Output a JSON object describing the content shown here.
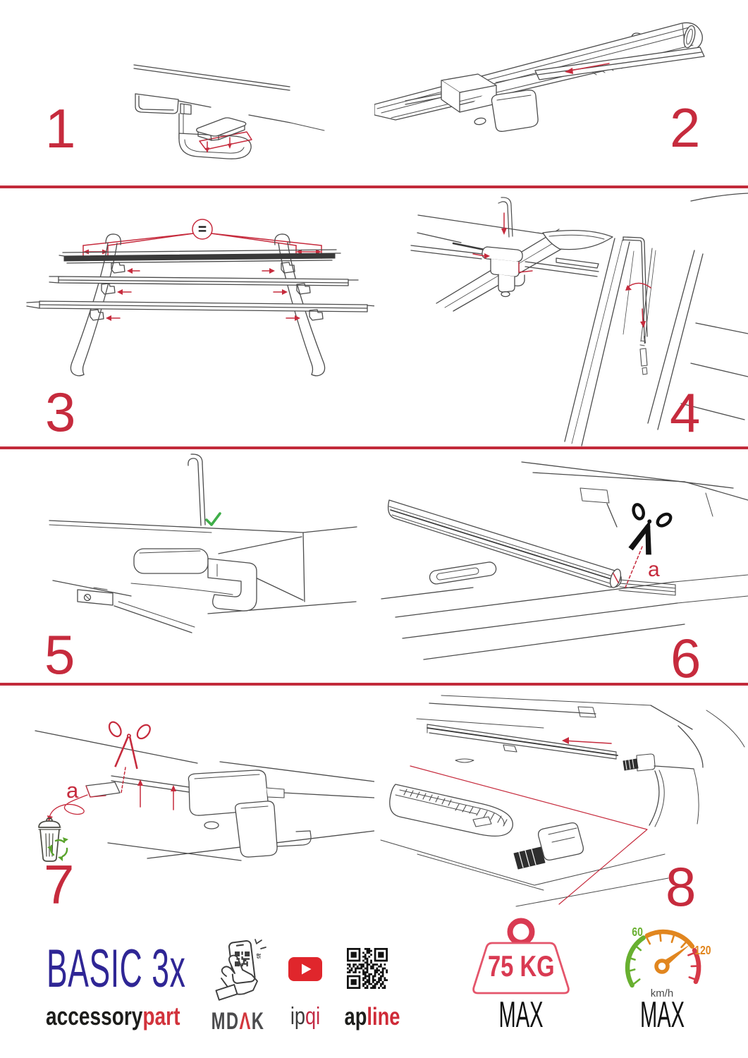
{
  "page": {
    "type": "roof-rack fitting instructions",
    "background": "#ffffff",
    "accent_red": "#c62b3d",
    "line_ink": "#4c4c4c"
  },
  "steps": [
    {
      "number": "1"
    },
    {
      "number": "2"
    },
    {
      "number": "3",
      "equal_symbol": "="
    },
    {
      "number": "4"
    },
    {
      "number": "5"
    },
    {
      "number": "6",
      "cut_label": "a"
    },
    {
      "number": "7",
      "cut_label": "a"
    },
    {
      "number": "8"
    }
  ],
  "footer": {
    "product_title": "BASIC 3x",
    "brand": {
      "primary": "accessory",
      "secondary": "part"
    },
    "partner_phone": {
      "prefix": "MD",
      "accent": "Λ",
      "suffix": "K"
    },
    "partner_video": {
      "prefix": "ip",
      "accent": "qi"
    },
    "partner_qr": {
      "prefix": "ap",
      "accent": "line"
    },
    "weight_badge": {
      "value": "75 KG",
      "label": "MAX"
    },
    "speed_badge": {
      "tick_low": "60",
      "tick_high": "120",
      "unit": "km/h",
      "label": "MAX"
    }
  },
  "colors": {
    "title_indigo": "#2f2695",
    "brand_red": "#d2333c",
    "youtube_red": "#e0262c",
    "check_green": "#3fae49",
    "recycle_green": "#5aa42d",
    "speed_green": "#68b030",
    "speed_orange": "#e1861f",
    "speed_red": "#d63a48",
    "weight_red": "#d93a52"
  }
}
